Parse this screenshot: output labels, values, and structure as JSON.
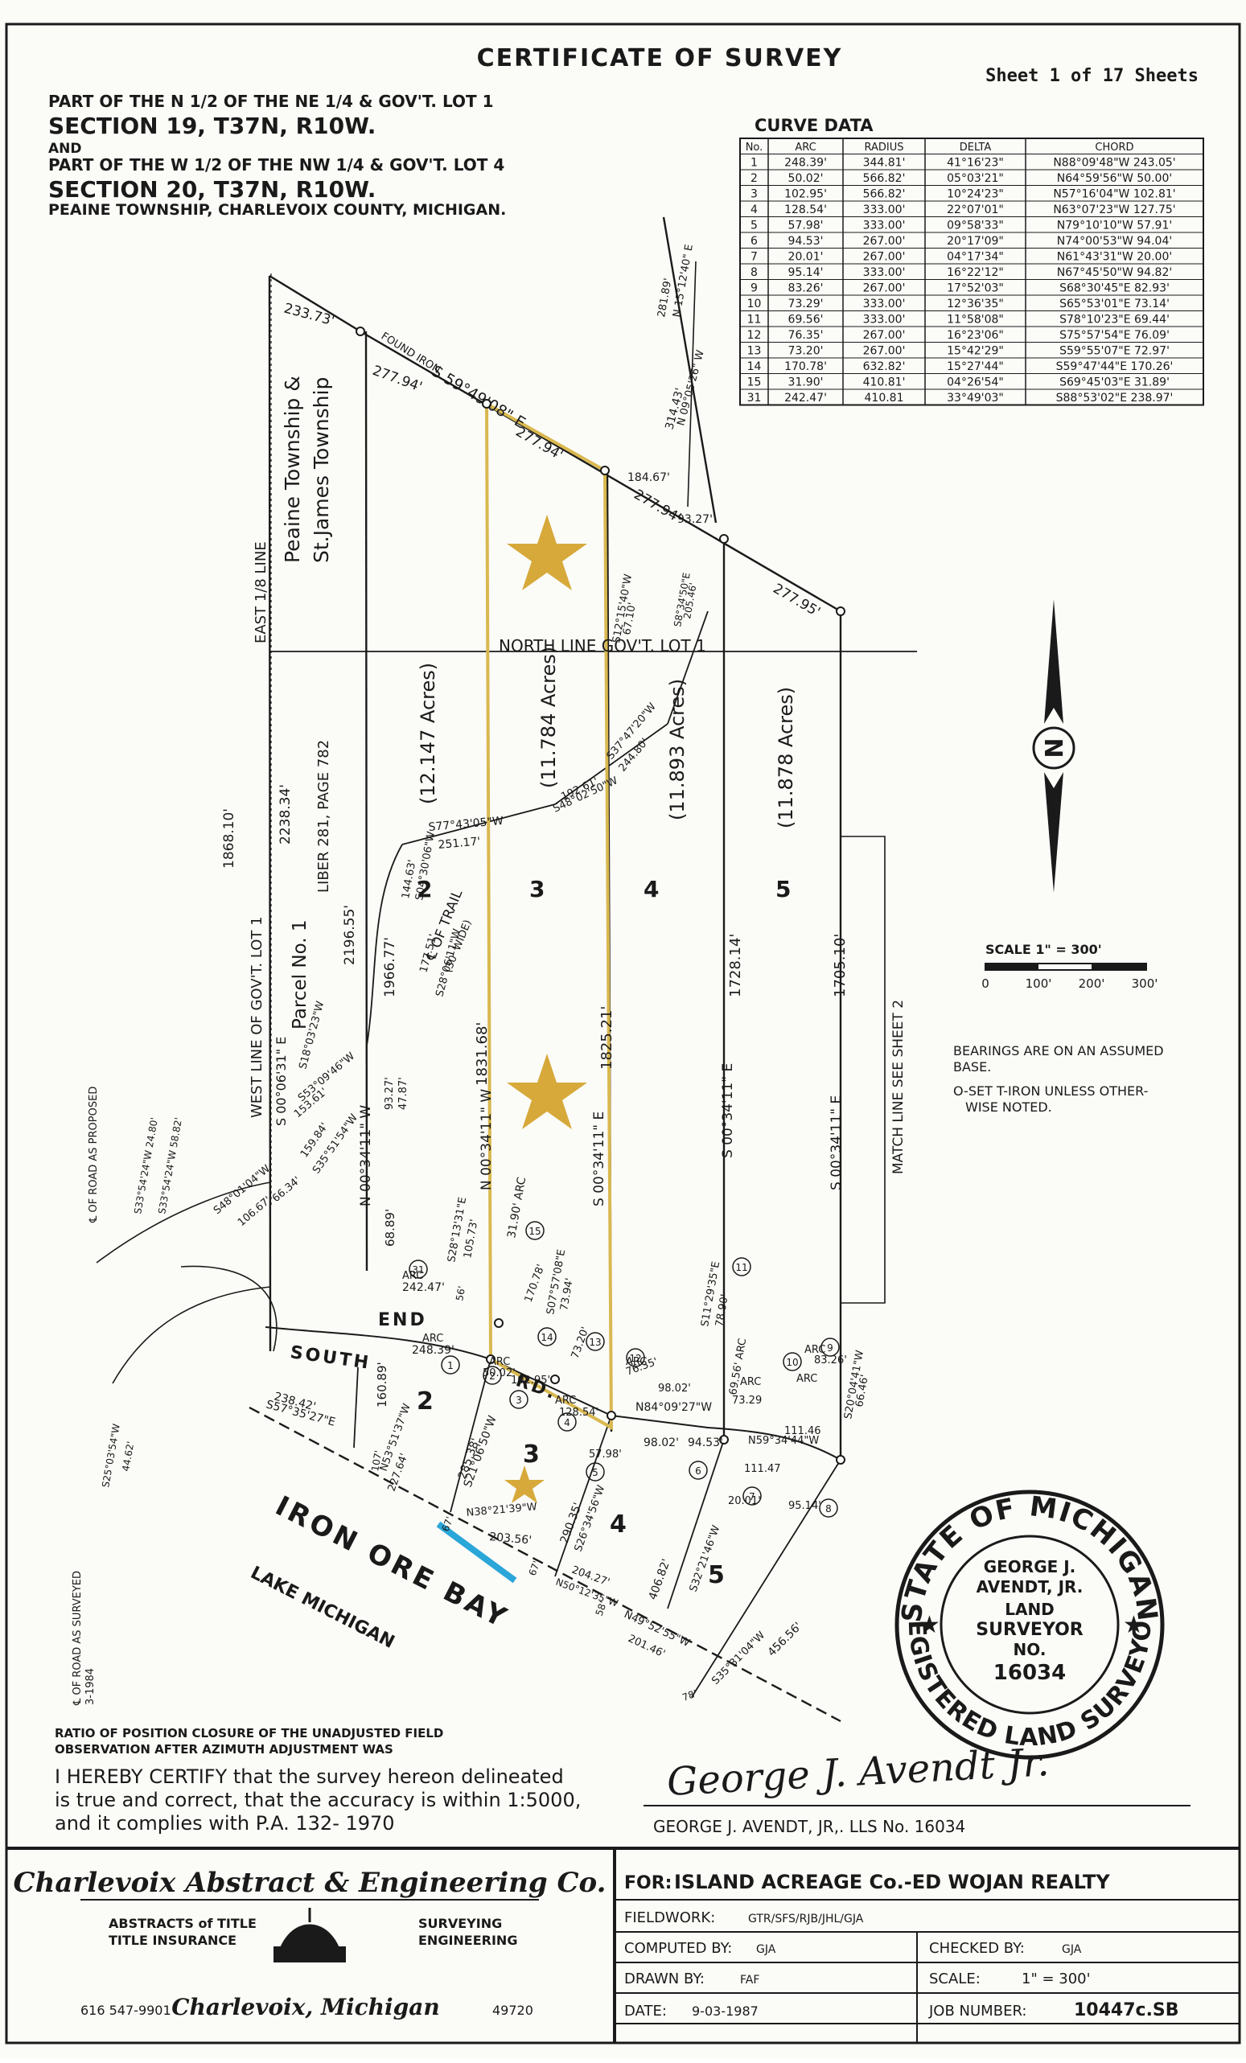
{
  "header": {
    "title": "CERTIFICATE OF SURVEY",
    "sheet": "Sheet 1 of 17 Sheets",
    "desc1": "PART OF THE N 1/2 OF THE NE 1/4 & GOV'T. LOT 1",
    "sec1": "SECTION 19, T37N, R10W.",
    "and": "AND",
    "desc2": "PART OF THE W 1/2 OF THE NW 1/4 & GOV'T. LOT 4",
    "sec2": "SECTION 20, T37N, R10W.",
    "township": "PEAINE TOWNSHIP, CHARLEVOIX COUNTY, MICHIGAN."
  },
  "curve_table": {
    "title": "CURVE DATA",
    "columns": [
      "No.",
      "ARC",
      "RADIUS",
      "DELTA",
      "CHORD"
    ],
    "rows": [
      [
        "1",
        "248.39'",
        "344.81'",
        "41°16'23\"",
        "N88°09'48\"W 243.05'"
      ],
      [
        "2",
        "50.02'",
        "566.82'",
        "05°03'21\"",
        "N64°59'56\"W 50.00'"
      ],
      [
        "3",
        "102.95'",
        "566.82'",
        "10°24'23\"",
        "N57°16'04\"W 102.81'"
      ],
      [
        "4",
        "128.54'",
        "333.00'",
        "22°07'01\"",
        "N63°07'23\"W 127.75'"
      ],
      [
        "5",
        "57.98'",
        "333.00'",
        "09°58'33\"",
        "N79°10'10\"W 57.91'"
      ],
      [
        "6",
        "94.53'",
        "267.00'",
        "20°17'09\"",
        "N74°00'53\"W 94.04'"
      ],
      [
        "7",
        "20.01'",
        "267.00'",
        "04°17'34\"",
        "N61°43'31\"W 20.00'"
      ],
      [
        "8",
        "95.14'",
        "333.00'",
        "16°22'12\"",
        "N67°45'50\"W 94.82'"
      ],
      [
        "9",
        "83.26'",
        "267.00'",
        "17°52'03\"",
        "S68°30'45\"E 82.93'"
      ],
      [
        "10",
        "73.29'",
        "333.00'",
        "12°36'35\"",
        "S65°53'01\"E 73.14'"
      ],
      [
        "11",
        "69.56'",
        "333.00'",
        "11°58'08\"",
        "S78°10'23\"E 69.44'"
      ],
      [
        "12",
        "76.35'",
        "267.00'",
        "16°23'06\"",
        "S75°57'54\"E 76.09'"
      ],
      [
        "13",
        "73.20'",
        "267.00'",
        "15°42'29\"",
        "S59°55'07\"E 72.97'"
      ],
      [
        "14",
        "170.78'",
        "632.82'",
        "15°27'44\"",
        "S59°47'44\"E 170.26'"
      ],
      [
        "15",
        "31.90'",
        "410.81'",
        "04°26'54\"",
        "S69°45'03\"E 31.89'"
      ],
      [
        "31",
        "242.47'",
        "410.81",
        "33°49'03\"",
        "S88°53'02\"E 238.97'"
      ]
    ]
  },
  "map": {
    "east_line": "EAST 1/8 LINE",
    "township_line_1": "Peaine Township &",
    "township_line_2": "St.James Township",
    "north_line": "NORTH LINE GOV'T. LOT 1",
    "west_line": "WEST LINE OF GOV'T. LOT 1",
    "parcel": "Parcel No. 1",
    "liber": "LIBER 281, PAGE 782",
    "road": "SOUTH END RD.",
    "road_w1": "SOUTH",
    "road_w2": "END",
    "road_w3": "RD.",
    "bay": "IRON ORE BAY",
    "lake": "LAKE MICHIGAN",
    "trail": "℄ OF TRAIL",
    "trail2": "(30' WIDE)",
    "road_proposed": "℄ OF ROAD AS PROPOSED",
    "road_surveyed": "℄ OF ROAD AS SURVEYED",
    "road_surveyed_date": "3-1984",
    "match_line": "MATCH LINE SEE SHEET 2",
    "found_iron": "FOUND IRON",
    "acres": [
      "(12.147 Acres)",
      "(11.784 Acres)",
      "(11.893 Acres)",
      "(11.878 Acres)"
    ],
    "lots_north": [
      "2",
      "3",
      "4",
      "5"
    ],
    "lots_south": [
      "2",
      "3",
      "4",
      "5"
    ],
    "dims": {
      "d1": "233.73'",
      "d2": "277.94'",
      "d3": "S 59°49'08\" E",
      "d4": "277.94'",
      "d5": "277.94'",
      "d6": "277.95'",
      "d7": "184.67'",
      "d8": "93.27'",
      "d9": "314.43'",
      "d10": "N 09°05'26\" W",
      "d11": "281.89'",
      "d12": "N 15°12'40\" E",
      "d13": "1868.10'",
      "d14": "2238.34'",
      "d15": "2196.55'",
      "d16": "1966.77'",
      "d17": "N 00°34'11\" W",
      "d18": "1831.68'",
      "d19": "N 00°34'11\" W",
      "d20": "S 00°34'11\" E",
      "d21": "1825.21'",
      "d22": "1728.14'",
      "d23": "S 00°34'11\" E",
      "d24": "1705.10'",
      "d25": "S 00°34'11\" E",
      "d26": "S 00°06'31\" E",
      "d27": "S77°43'05\"W",
      "d28": "251.17'",
      "d29": "192.61'",
      "d30": "S48°02'50\"W",
      "d31": "S37°47'20\"W",
      "d32": "244.80'",
      "d33": "S12°15'40\"W",
      "d34": "67.10'",
      "d35": "S8°34'50\"E",
      "d36": "205.46'",
      "d37": "144.63'",
      "d38": "S04°30'06\"W",
      "d39": "S28°06'11\"W",
      "d40": "177.51'",
      "d41": "93.27'",
      "d42": "47.87'",
      "d43": "S18°03'23\"W",
      "d44": "S53°09'46\"W",
      "d45": "153.61'",
      "d46": "159.84'",
      "d47": "S35°51'54\"W",
      "d48": "66.34'",
      "d49": "106.67'",
      "d50": "S48°01'04\"W",
      "d51": "S33°54'24\"W 24.80'",
      "d52": "S33°54'24\"W 58.82'",
      "d53": "68.89'",
      "d54": "S28°13'31\"E",
      "d55": "105.73'",
      "d56": "31.90' ARC",
      "d57": "242.47'",
      "d58": "248.39'",
      "d59": "50.02'",
      "d60": "102.95'",
      "d61": "128.54'",
      "d62": "S07°57'08\"E",
      "d63": "73.94'",
      "d64": "170.78'",
      "d65": "73.20'",
      "d66": "76.35'",
      "d67": "S11°29'35\"E",
      "d68": "78.90'",
      "d69": "69.56' ARC",
      "d70": "73.29",
      "d71": "83.26'",
      "d72": "98.02'",
      "d73": "N84°09'27\"W",
      "d74": "98.02'",
      "d75": "94.53'",
      "d76": "57.98'",
      "d77": "111.46",
      "d78": "N59°34'44\"W",
      "d79": "111.47",
      "d80": "95.14'",
      "d81": "S20°04'41\"W",
      "d82": "66.46'",
      "d83": "238.42'",
      "d84": "S57°35'27\"E",
      "d85": "160.89'",
      "d86": "107'",
      "d87": "N53°51'37\"W",
      "d88": "227.64'",
      "d89": "285.38'",
      "d90": "S21°06'50\"W",
      "d91": "N38°21'39\"W",
      "d92": "203.56'",
      "d93": "290.35'",
      "d94": "S26°34'56\"W",
      "d95": "N50°12'35\"W",
      "d96": "204.27'",
      "d97": "20.01'",
      "d98": "S32°21'46\"W",
      "d99": "406.82'",
      "d100": "N49°52'55\"W",
      "d101": "201.46'",
      "d102": "S35°31'04\"W",
      "d102b": "456.56'",
      "d103": "S25°03'54\"W",
      "d104": "44.62'",
      "d105": "67'",
      "d106": "67'",
      "d107": "78'",
      "d108": "58'",
      "d109": "56'"
    },
    "arc_labels": [
      "ARC",
      "ARC",
      "ARC",
      "ARC",
      "ARC",
      "ARC",
      "ARC",
      "ARC"
    ],
    "curve_nums": [
      "1",
      "2",
      "3",
      "4",
      "5",
      "6",
      "7",
      "8",
      "9",
      "10",
      "11",
      "12",
      "13",
      "14",
      "15",
      "31"
    ]
  },
  "north_arrow": {
    "letter": "N"
  },
  "scale": {
    "label": "SCALE 1\" = 300'",
    "ticks": [
      "0",
      "100'",
      "200'",
      "300'"
    ]
  },
  "notes": {
    "n1": "BEARINGS ARE ON AN ASSUMED",
    "n2": "BASE.",
    "n3": "O-SET T-IRON UNLESS OTHER-",
    "n4": "WISE NOTED."
  },
  "seal": {
    "top": "STATE OF MICHIGAN",
    "bottom": "REGISTERED LAND SURVEYOR",
    "l1": "GEORGE J.",
    "l2": "AVENDT, JR.",
    "l3": "LAND",
    "l4": "SURVEYOR",
    "l5": "NO.",
    "l6": "16034"
  },
  "closure": {
    "l1": "RATIO OF POSITION CLOSURE OF THE UNADJUSTED FIELD",
    "l2": "OBSERVATION AFTER AZIMUTH ADJUSTMENT WAS"
  },
  "certify": {
    "l1": "I HEREBY CERTIFY that the survey hereon delineated",
    "l2": "is true and correct, that the accuracy is within 1:5000,",
    "l3": "and it complies with P.A. 132- 1970"
  },
  "signature": {
    "script": "George J. Avendt Jr.",
    "name": "GEORGE J. AVENDT, JR,. LLS No. 16034"
  },
  "company": {
    "name": "Charlevoix Abstract & Engineering Co.",
    "left1": "ABSTRACTS of TITLE",
    "left2": "TITLE INSURANCE",
    "right1": "SURVEYING",
    "right2": "ENGINEERING",
    "phone": "616 547-9901",
    "city": "Charlevoix, Michigan",
    "zip": "49720"
  },
  "titleblock": {
    "for_label": "FOR:",
    "for_value": "ISLAND ACREAGE Co.-ED WOJAN REALTY",
    "fieldwork_label": "FIELDWORK:",
    "fieldwork_value": "GTR/SFS/RJB/JHL/GJA",
    "computed_label": "COMPUTED BY:",
    "computed_value": "GJA",
    "checked_label": "CHECKED BY:",
    "checked_value": "GJA",
    "drawn_label": "DRAWN BY:",
    "drawn_value": "FAF",
    "scale_label": "SCALE:",
    "scale_value": "1\" = 300'",
    "date_label": "DATE:",
    "date_value": "9-03-1987",
    "job_label": "JOB NUMBER:",
    "job_value": "10447c.SB"
  },
  "colors": {
    "ink": "#1a1a1a",
    "highlight": "#d9b850",
    "star": "#d6a93a",
    "shore": "#2aa6d8",
    "paper": "#fbfbf8"
  }
}
